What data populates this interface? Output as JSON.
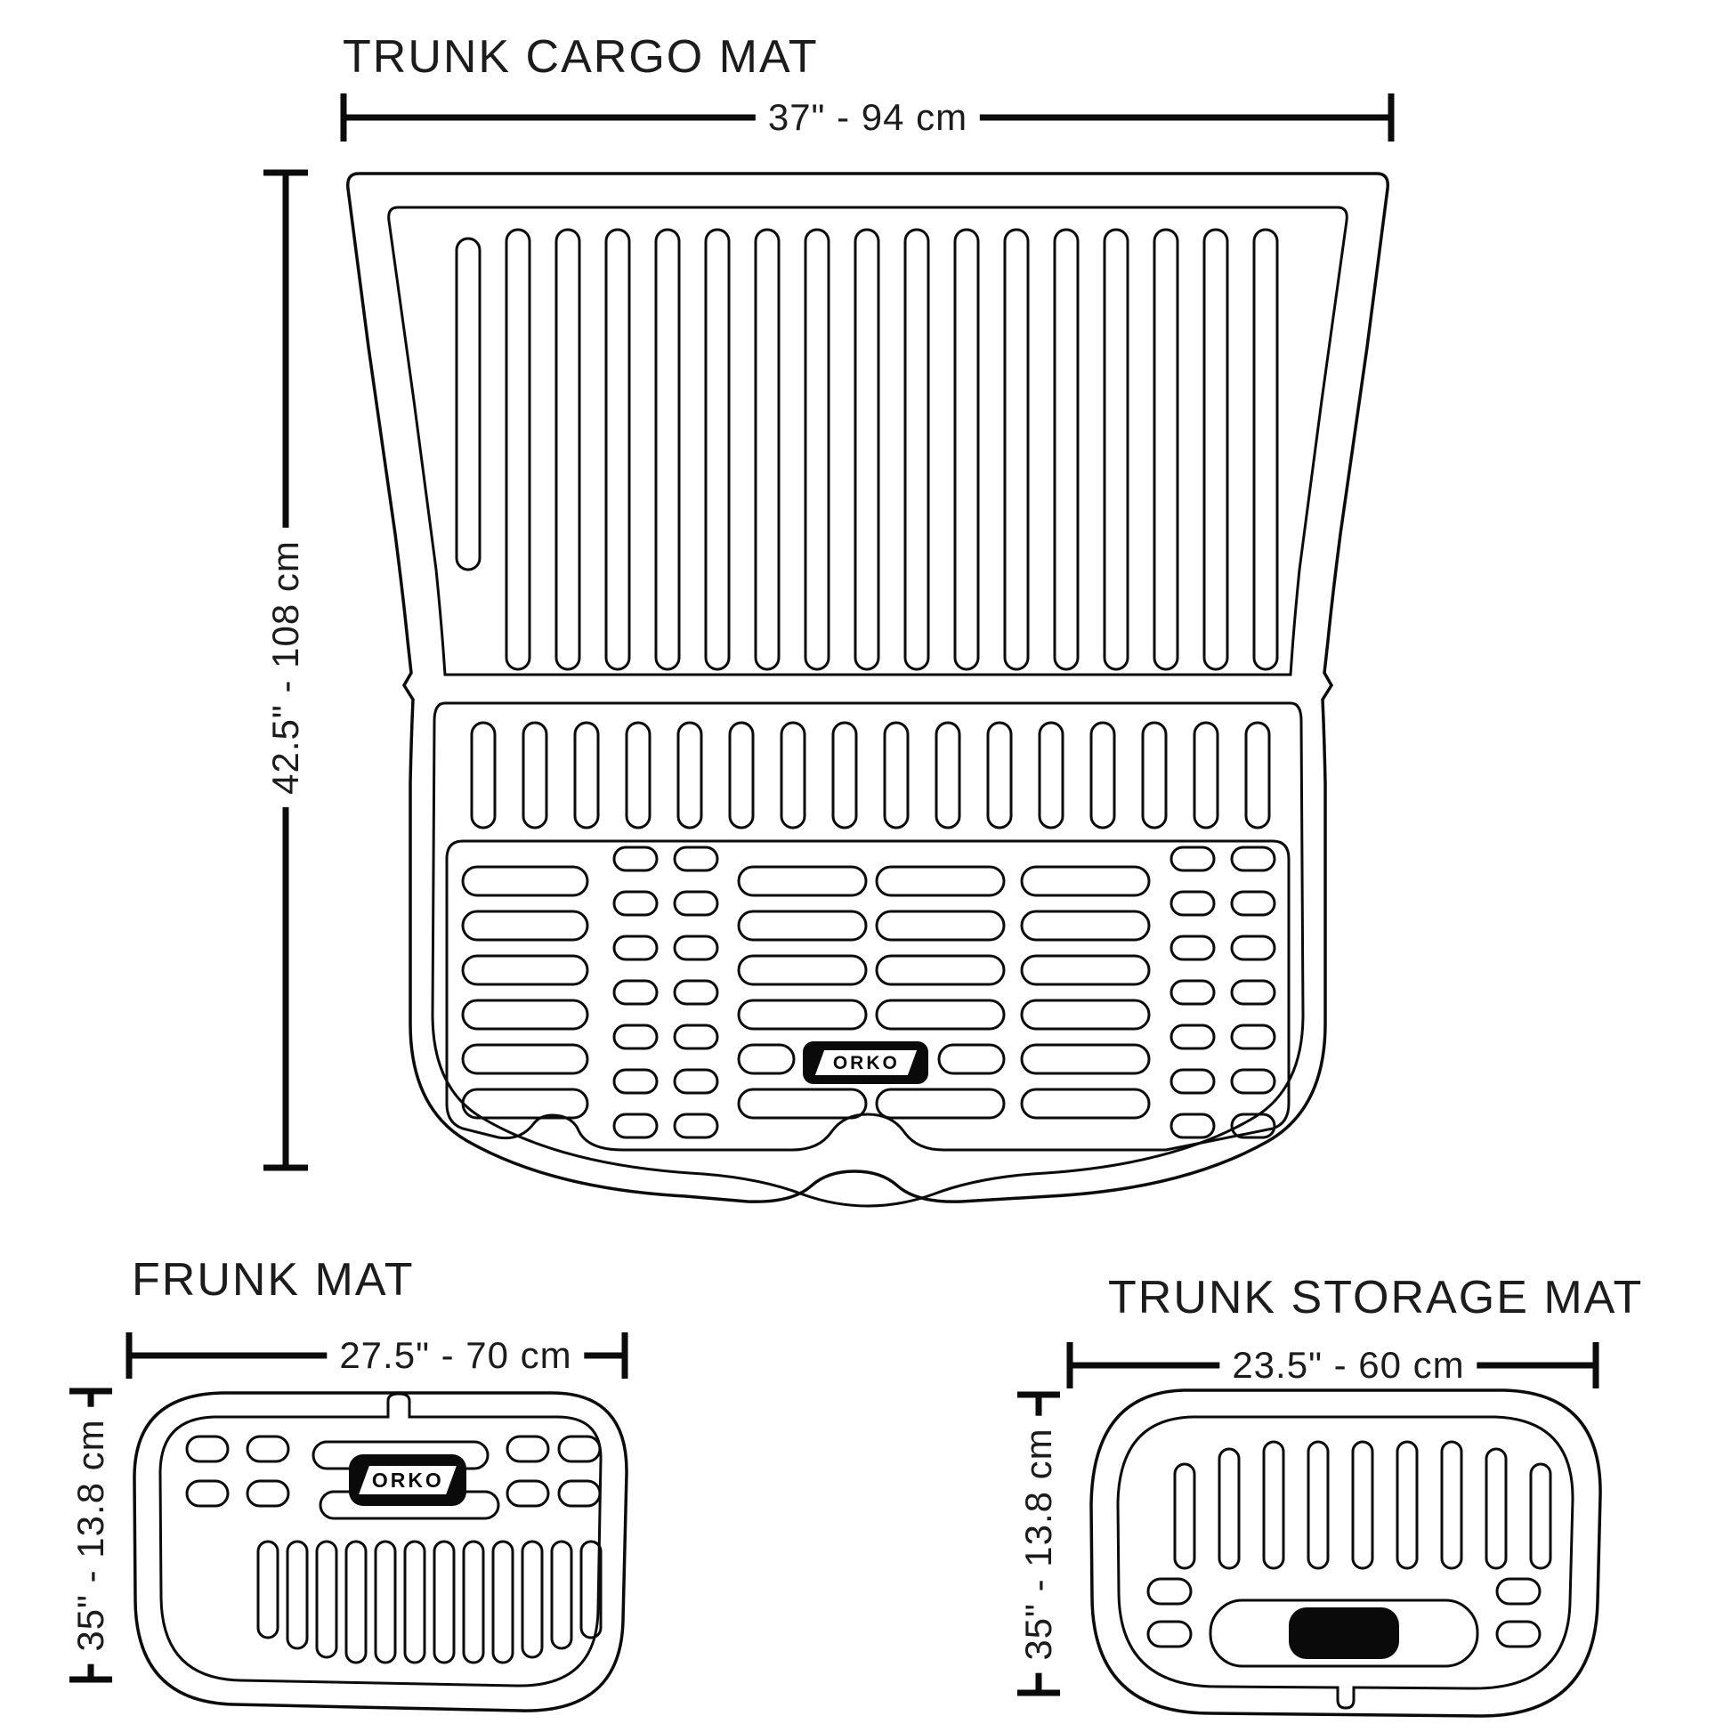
{
  "page": {
    "background_color": "#ffffff",
    "line_color": "#0b0b0b",
    "logo_badge_color": "#0a0a0a"
  },
  "sections": {
    "trunk_cargo": {
      "title": "TRUNK CARGO MAT",
      "width_label": "37\" - 94 cm",
      "height_label": "42.5\" - 108 cm",
      "logo_text": "ORKO"
    },
    "frunk": {
      "title": "FRUNK MAT",
      "width_label": "27.5\" - 70 cm",
      "height_label": "35\" - 13.8 cm",
      "logo_text": "ORKO"
    },
    "trunk_storage": {
      "title": "TRUNK STORAGE MAT",
      "width_label": "23.5\" - 60 cm",
      "height_label": "35\" - 13.8 cm"
    }
  }
}
